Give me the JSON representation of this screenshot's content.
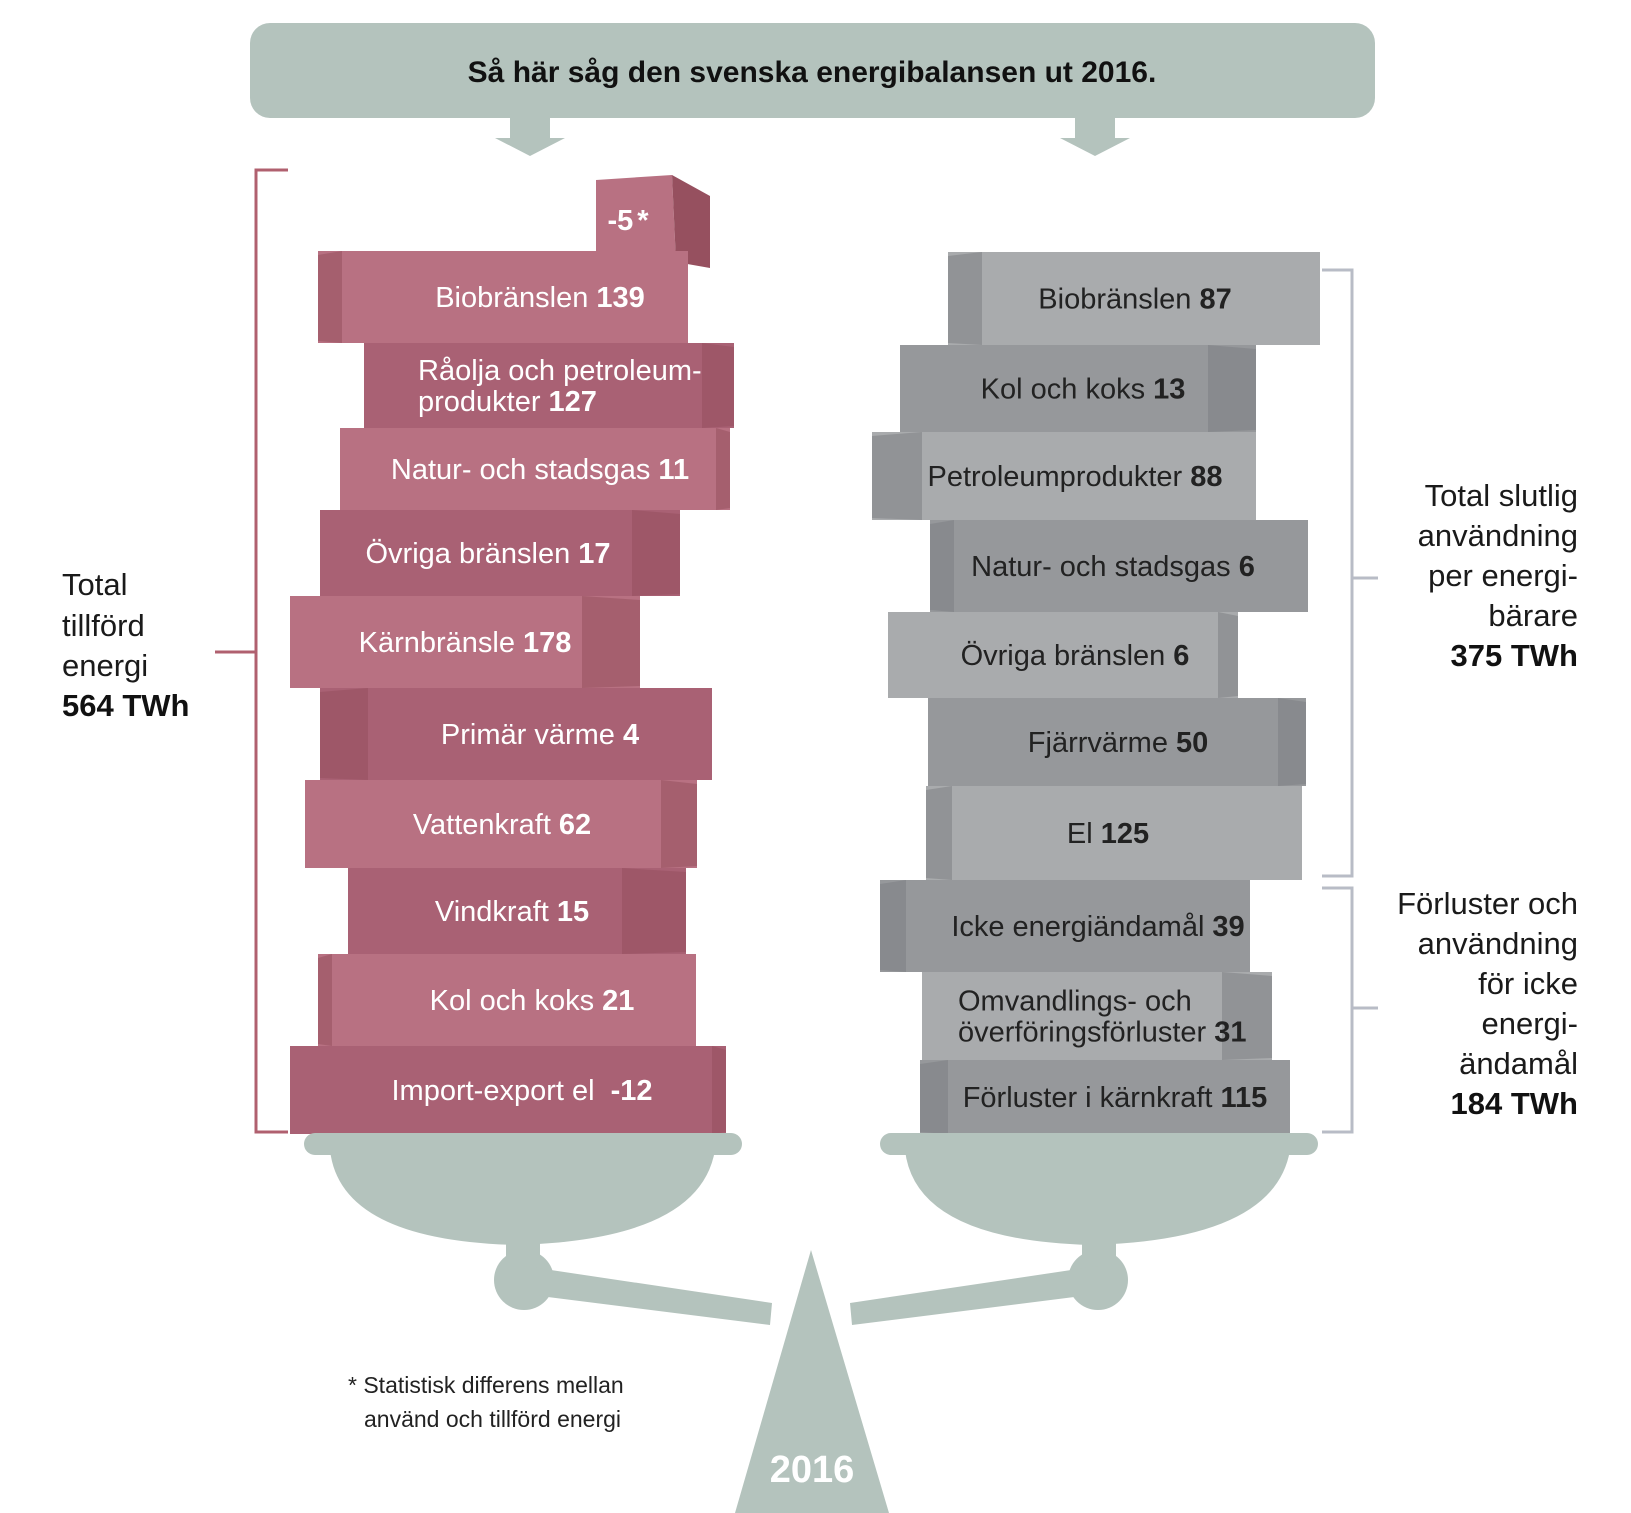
{
  "banner": {
    "title": "Så här såg den svenska energibalansen ut 2016."
  },
  "supply": {
    "total_label_lines": [
      "Total",
      "tillförd",
      "energi"
    ],
    "total_value": "564 TWh",
    "top_block": {
      "value": "-5",
      "marker": "*"
    },
    "items": [
      {
        "lines": [
          "Biobränslen"
        ],
        "value": "139"
      },
      {
        "lines": [
          "Råolja och petroleum-",
          "produkter"
        ],
        "value": "127"
      },
      {
        "lines": [
          "Natur- och stadsgas"
        ],
        "value": "11"
      },
      {
        "lines": [
          "Övriga bränslen"
        ],
        "value": "17"
      },
      {
        "lines": [
          "Kärnbränsle"
        ],
        "value": "178"
      },
      {
        "lines": [
          "Primär värme"
        ],
        "value": "4"
      },
      {
        "lines": [
          "Vattenkraft"
        ],
        "value": "62"
      },
      {
        "lines": [
          "Vindkraft"
        ],
        "value": "15"
      },
      {
        "lines": [
          "Kol och koks"
        ],
        "value": "21"
      },
      {
        "lines": [
          "Import-export el"
        ],
        "value": "-12"
      }
    ]
  },
  "use": {
    "final_label_lines": [
      "Total slutlig",
      "användning",
      "per energi-",
      "bärare"
    ],
    "final_value": "375 TWh",
    "losses_label_lines": [
      "Förluster och",
      "användning",
      "för icke",
      "energi-",
      "ändamål"
    ],
    "losses_value": "184 TWh",
    "items": [
      {
        "lines": [
          "Biobränslen"
        ],
        "value": "87"
      },
      {
        "lines": [
          "Kol och koks"
        ],
        "value": "13"
      },
      {
        "lines": [
          "Petroleumprodukter"
        ],
        "value": "88"
      },
      {
        "lines": [
          "Natur- och stadsgas"
        ],
        "value": "6"
      },
      {
        "lines": [
          "Övriga bränslen"
        ],
        "value": "6"
      },
      {
        "lines": [
          "Fjärrvärme"
        ],
        "value": "50"
      },
      {
        "lines": [
          "El"
        ],
        "value": "125"
      },
      {
        "lines": [
          "Icke energiändamål"
        ],
        "value": "39"
      },
      {
        "lines": [
          "Omvandlings- och",
          "överföringsförluster"
        ],
        "value": "31"
      },
      {
        "lines": [
          "Förluster i kärnkraft"
        ],
        "value": "115"
      }
    ]
  },
  "footnote": {
    "lines": [
      "* Statistisk differens mellan",
      "använd och tillförd energi"
    ]
  },
  "base": {
    "year": "2016"
  },
  "colors": {
    "pink_front": "#b87182",
    "pink_front_dark": "#a96174",
    "pink_side": "#96505f",
    "grey_front": "#a9abad",
    "grey_front_dark": "#96989b",
    "grey_side": "#7e8083",
    "sage": "#b4c3bd",
    "bracket_pink": "#b0606f",
    "bracket_grey": "#b8bcc6"
  }
}
